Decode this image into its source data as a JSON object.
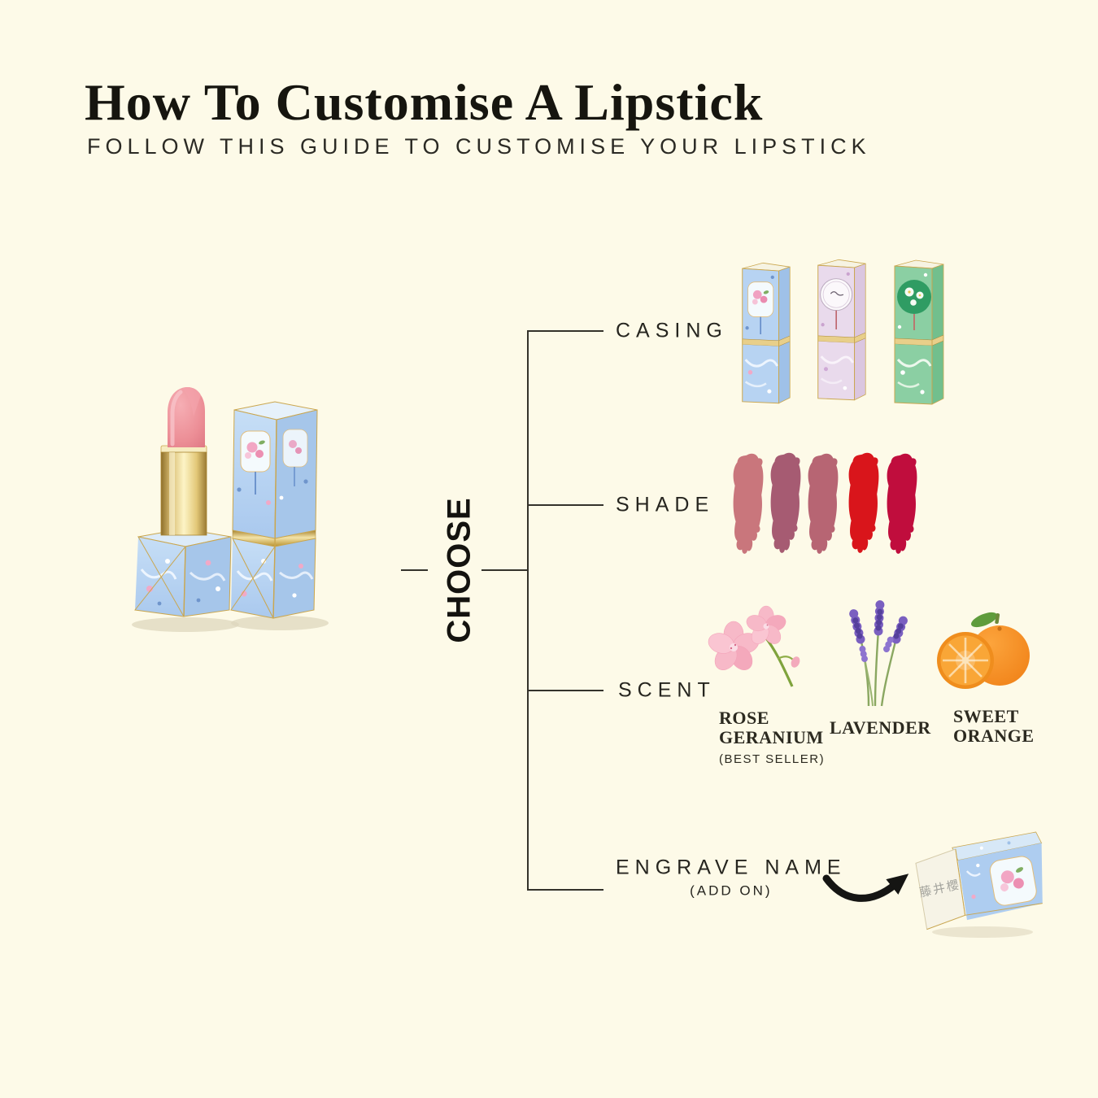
{
  "page": {
    "background": "#FDFAE8",
    "line_color": "#34322b",
    "gold": "#caa64e"
  },
  "header": {
    "title": "How To Customise A Lipstick",
    "subtitle": "FOLLOW THIS GUIDE TO CUSTOMISE YOUR LIPSTICK"
  },
  "choose": {
    "label": "CHOOSE"
  },
  "hero": {
    "name": "customised lipstick with blue floral casing",
    "bullet_color": "#ec8e96",
    "casing_color": "#b7d3f2"
  },
  "branches": {
    "casing": {
      "label": "CASING",
      "options": [
        {
          "name": "blue-floral",
          "body": "#b7d3f2",
          "side": "#9fc1e8",
          "emblem": "#f4fafd",
          "accent": "#f0a2c2",
          "tassel": "#5b84c4"
        },
        {
          "name": "lilac-floral",
          "body": "#e9daec",
          "side": "#dbc6e0",
          "emblem": "#fbf8fb",
          "accent": "#6a5f6e",
          "tassel": "#b8565e"
        },
        {
          "name": "green-floral",
          "body": "#8bcfa3",
          "side": "#72bf8d",
          "emblem": "#2f9c63",
          "accent": "#f6fbf4",
          "tassel": "#c75b5f"
        }
      ]
    },
    "shade": {
      "label": "SHADE",
      "swatches": [
        "#c9767c",
        "#a65b72",
        "#b76573",
        "#d9151b",
        "#c00d3d"
      ]
    },
    "scent": {
      "label": "SCENT",
      "options": [
        {
          "name": "rose-geranium",
          "line1": "ROSE",
          "line2": "GERANIUM",
          "note": "(BEST SELLER)",
          "color": "#f7b9c8"
        },
        {
          "name": "lavender",
          "line1": "LAVENDER",
          "line2": "",
          "note": "",
          "color": "#7a5fc0"
        },
        {
          "name": "sweet-orange",
          "line1": "SWEET",
          "line2": "ORANGE",
          "note": "",
          "color": "#f08a1e"
        }
      ]
    },
    "engrave": {
      "label": "ENGRAVE NAME",
      "note": "(ADD ON)",
      "engraved_text": "藤井櫻"
    }
  }
}
